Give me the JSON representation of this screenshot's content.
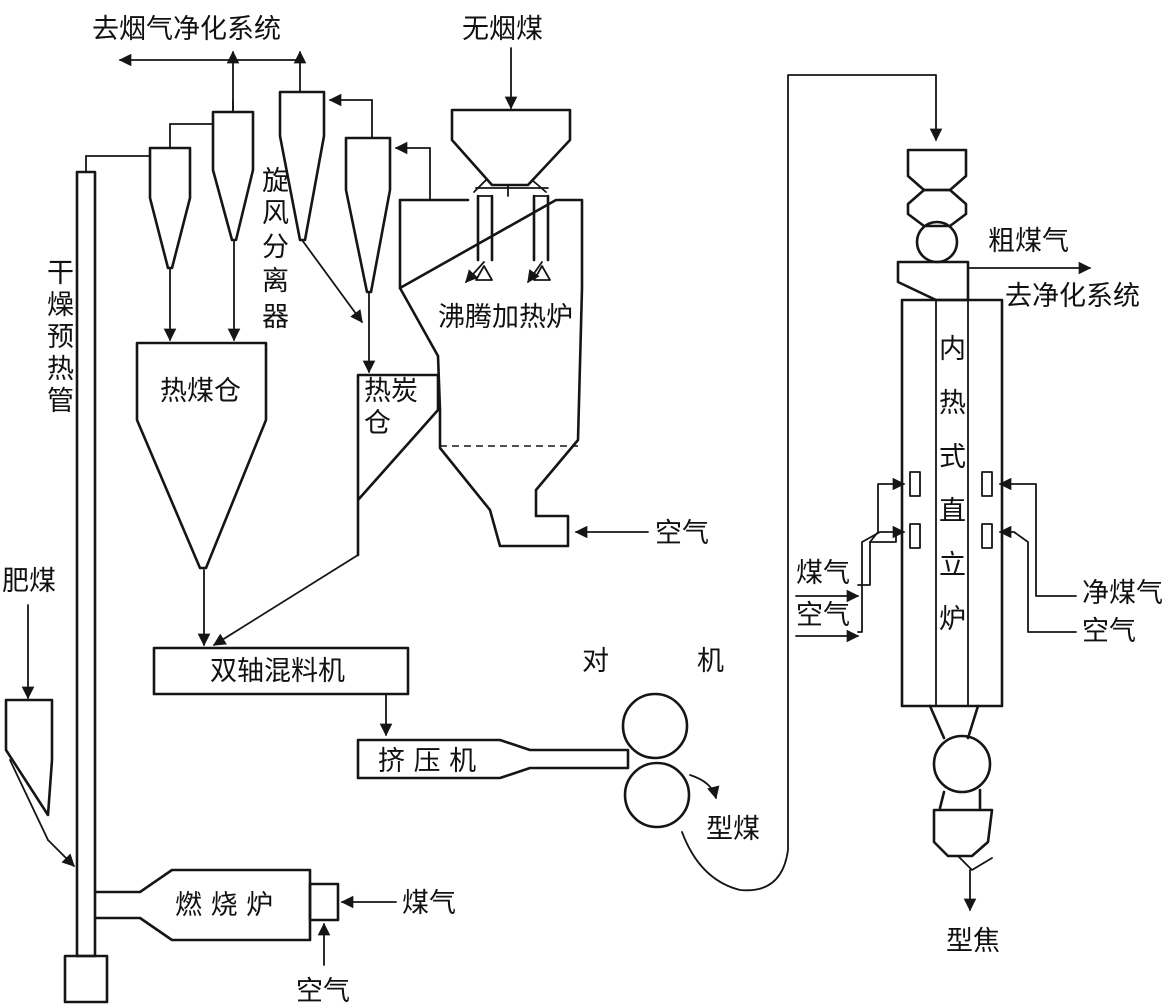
{
  "labels": {
    "to_flue_gas_cleaning": "去烟气净化系统",
    "anthracite": "无烟煤",
    "cyclone_1": "旋",
    "cyclone_2": "风",
    "cyclone_3": "分",
    "cyclone_4": "离",
    "cyclone_5": "器",
    "dryer_1": "干",
    "dryer_2": "燥",
    "dryer_3": "预",
    "dryer_4": "热",
    "dryer_5": "管",
    "hot_coal_bin": "热煤仓",
    "hot_char_bin_1": "热炭",
    "hot_char_bin_2": "仓",
    "fluidized_furnace": "沸腾加热炉",
    "air_fluidized": "空气",
    "fat_coal": "肥煤",
    "twin_shaft_mixer": "双轴混料机",
    "extruder": "挤 压 机",
    "roller_press_left": "对",
    "roller_press_right": "机",
    "formed_coal": "型煤",
    "combustion_furnace": "燃 烧 炉",
    "gas_combustion": "煤气",
    "air_combustion": "空气",
    "crude_gas": "粗煤气",
    "to_purification": "去净化系统",
    "shaft_1": "内",
    "shaft_2": "热",
    "shaft_3": "式",
    "shaft_4": "直",
    "shaft_5": "立",
    "shaft_6": "炉",
    "gas_left": "煤气",
    "air_left": "空气",
    "clean_gas_right": "净煤气",
    "air_right": "空气",
    "formed_coke": "型焦"
  },
  "colors": {
    "line": "#151515",
    "background": "#ffffff"
  }
}
